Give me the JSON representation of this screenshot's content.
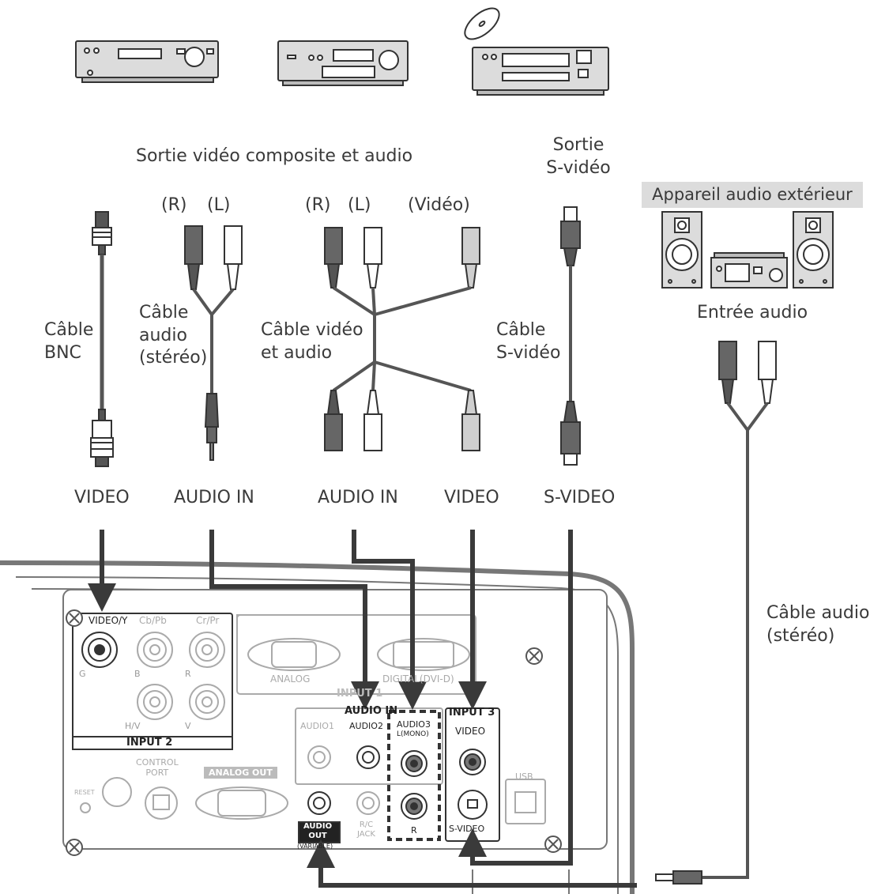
{
  "labels": {
    "composite_output": "Sortie vidéo composite et audio",
    "svideo_output_line1": "Sortie",
    "svideo_output_line2": "S-vidéo",
    "external_audio_header": "Appareil audio extérieur",
    "audio_input": "Entrée audio",
    "right_r": "(R)",
    "right_l": "(L)",
    "mid_r": "(R)",
    "mid_l": "(L)",
    "video_plug": "(Vidéo)",
    "bnc_cable_line1": "Câble",
    "bnc_cable_line2": "BNC",
    "audio_cable_line1": "Câble",
    "audio_cable_line2": "audio",
    "audio_cable_line3": "(stéréo)",
    "av_cable_line1": "Câble vidéo",
    "av_cable_line2": "et audio",
    "svideo_cable_line1": "Câble",
    "svideo_cable_line2": "S-vidéo",
    "ext_audio_cable_line1": "Câble audio",
    "ext_audio_cable_line2": "(stéréo)"
  },
  "terminals": {
    "video_1": "VIDEO",
    "audio_in_1": "AUDIO IN",
    "audio_in_2": "AUDIO IN",
    "video_2": "VIDEO",
    "svideo": "S-VIDEO"
  },
  "panel": {
    "video_y": "VIDEO/Y",
    "cb_pb": "Cb/Pb",
    "cr_pr": "Cr/Pr",
    "g": "G",
    "b": "B",
    "r": "R",
    "hv": "H/V",
    "v": "V",
    "input2": "INPUT 2",
    "analog": "ANALOG",
    "digital": "DIGITAL(DVI-D)",
    "input1": "INPUT 1",
    "audio_in": "AUDIO IN",
    "audio1": "AUDIO1",
    "audio2": "AUDIO2",
    "audio3": "AUDIO3",
    "l_mono": "L(MONO)",
    "input3": "INPUT 3",
    "video": "VIDEO",
    "svideo": "S-VIDEO",
    "control_port_line1": "CONTROL",
    "control_port_line2": "PORT",
    "analog_out": "ANALOG OUT",
    "reset": "RESET",
    "usb": "USB",
    "audio_out_line1": "AUDIO",
    "audio_out_line2": "OUT",
    "variable": "(VARIABLE)",
    "rc_line1": "R/C",
    "rc_line2": "JACK"
  }
}
